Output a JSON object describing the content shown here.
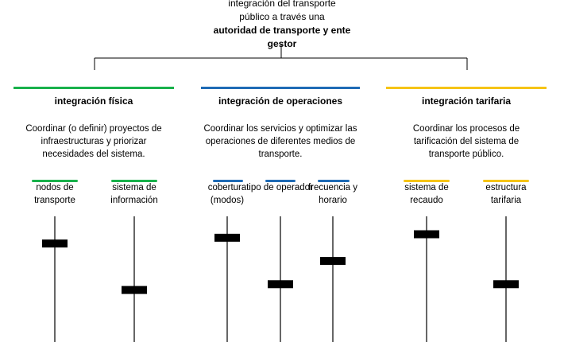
{
  "header": {
    "line1": "integración del transporte",
    "line2": "público a través una",
    "line3": "autoridad de transporte y ente",
    "line4": "gestor"
  },
  "colors": {
    "green": "#19b14b",
    "blue": "#1f6bb5",
    "yellow": "#f6c416",
    "line": "#000000"
  },
  "columns": [
    {
      "title": "integración física",
      "description": "Coordinar (o definir) proyectos de infraestructuras y priorizar necesidades del sistema.",
      "color": "green",
      "items": [
        {
          "label": "nodos de transporte",
          "level": 0.2
        },
        {
          "label": "sistema de información",
          "level": 0.6
        }
      ]
    },
    {
      "title": "integración de operaciones",
      "description": "Coordinar los servicios y optimizar las operaciones de diferentes medios de transporte.",
      "color": "blue",
      "items": [
        {
          "label": "cobertura (modos)",
          "level": 0.15
        },
        {
          "label": "tipo de operador",
          "level": 0.55
        },
        {
          "label": "frecuencia y horario",
          "level": 0.35
        }
      ]
    },
    {
      "title": "integración tarifaria",
      "description": "Coordinar los procesos de tarificación del sistema de transporte público.",
      "color": "yellow",
      "items": [
        {
          "label": "sistema de recaudo",
          "level": 0.12
        },
        {
          "label": "estructura tarifaria",
          "level": 0.55
        }
      ]
    }
  ]
}
